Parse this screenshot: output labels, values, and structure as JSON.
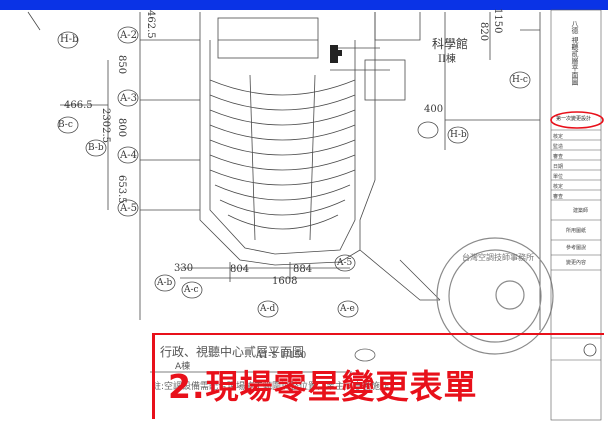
{
  "drawing": {
    "grid_labels": [
      "A-2",
      "A-3",
      "A-4",
      "A-5",
      "A-b",
      "A-c",
      "A-d",
      "A-5",
      "A-e",
      "B-b",
      "B-c",
      "H-b",
      "H-c"
    ],
    "dimensions": [
      "850",
      "2302.5",
      "800",
      "653.5",
      "466.5",
      "400",
      "330",
      "804",
      "884",
      "1608",
      "820",
      "1150",
      "462.5"
    ],
    "building_name": "科學館",
    "building_sub": "II棟",
    "side_label": "八棟",
    "room_labels": [
      "[ ]",
      "[ ]"
    ]
  },
  "title_block": {
    "title": "行政、視聽中心貳層平面圖",
    "scale": "A1-S 1/150",
    "building": "A棟",
    "note": "註:空調設備需配合現場施工範圍調整位置，業主同意後施作"
  },
  "right_panel": {
    "project": "八德 視聽貳層平面圖",
    "stamp": "第一次變更設計",
    "rows": [
      "核定",
      "監造",
      "審查",
      "日期",
      "單位",
      "核定",
      "審查"
    ],
    "items": [
      "建築師",
      "所用圖紙",
      "參考圖說",
      "變更內容"
    ]
  },
  "banner": {
    "text": "2.現場零星變更表單"
  },
  "stamp": {
    "outer_text": "台灣空調技師事務所"
  },
  "colors": {
    "topbar": "#0a33e6",
    "accent_red": "#e8101a",
    "line": "#4a4a4a"
  }
}
